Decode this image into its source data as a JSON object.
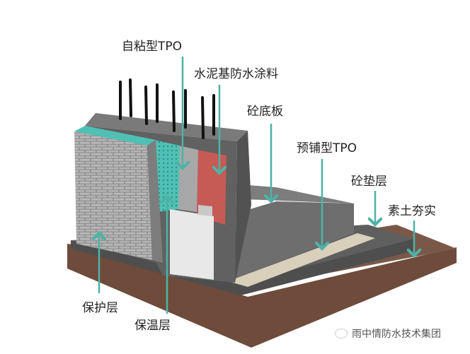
{
  "labels": {
    "self_adhesive_tpo": "自粘型TPO",
    "cement_coating": "水泥基防水涂料",
    "concrete_floor_slab": "砼底板",
    "pre_laid_tpo": "预铺型TPO",
    "concrete_cushion": "砼垫层",
    "compacted_soil": "素土夯实",
    "protective_layer": "保护层",
    "insulation_layer": "保温层"
  },
  "watermark": "雨中情防水技术集团",
  "colors": {
    "arrow": "#4db3a6",
    "coating": "#c65a55",
    "insulation": "#4fc1b4",
    "concrete": "#6b6b6b",
    "soil": "#6e4b3b"
  }
}
